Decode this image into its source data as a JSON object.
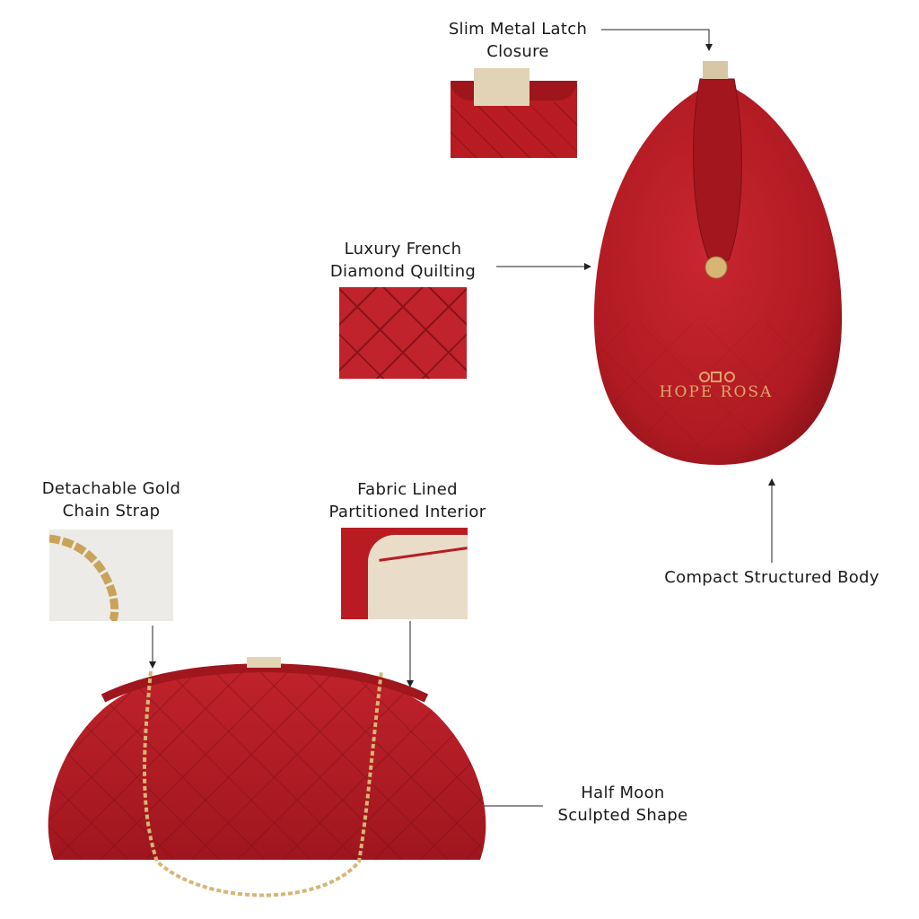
{
  "brand": {
    "name": "HOPE ROSA"
  },
  "colors": {
    "leather": "#b81c22",
    "leather_dark": "#8c1218",
    "gold": "#d8b574",
    "lining": "#e9dcc8",
    "text": "#1a1a1a"
  },
  "callouts": [
    {
      "id": "latch",
      "lines": [
        "Slim Metal Latch",
        "Closure"
      ]
    },
    {
      "id": "quilting",
      "lines": [
        "Luxury French",
        "Diamond Quilting"
      ]
    },
    {
      "id": "body",
      "lines": [
        "Compact Structured Body"
      ]
    },
    {
      "id": "chain",
      "lines": [
        "Detachable Gold",
        "Chain Strap"
      ]
    },
    {
      "id": "interior",
      "lines": [
        "Fabric Lined",
        "Partitioned Interior"
      ]
    },
    {
      "id": "shape",
      "lines": [
        "Half Moon",
        "Sculpted Shape"
      ]
    }
  ]
}
